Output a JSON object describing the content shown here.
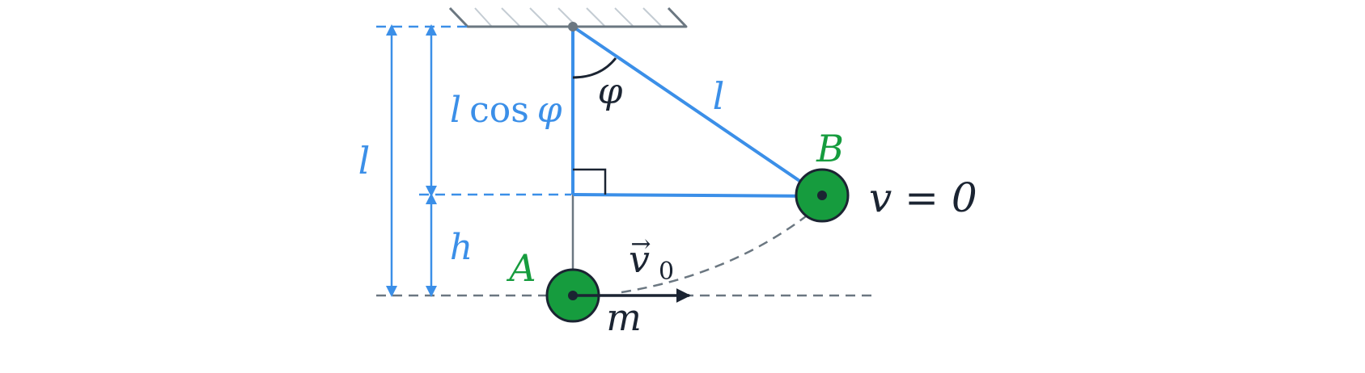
{
  "colors": {
    "blue": "#3b8fe8",
    "green": "#169c3e",
    "ground": "#6b7781",
    "hatch": "#c4ccd3",
    "ink": "#1b2432"
  },
  "labels": {
    "l_total": "l",
    "l_cos_l": "l",
    "l_cos_fn": "cos",
    "l_cos_phi": "φ",
    "h": "h",
    "phi": "φ",
    "rope_l": "l",
    "point_A": "A",
    "point_B": "B",
    "velocity_v": "v",
    "velocity_sub": "0",
    "vector_arrow": "→",
    "mass": "m",
    "v_eq_zero": "v = 0"
  }
}
